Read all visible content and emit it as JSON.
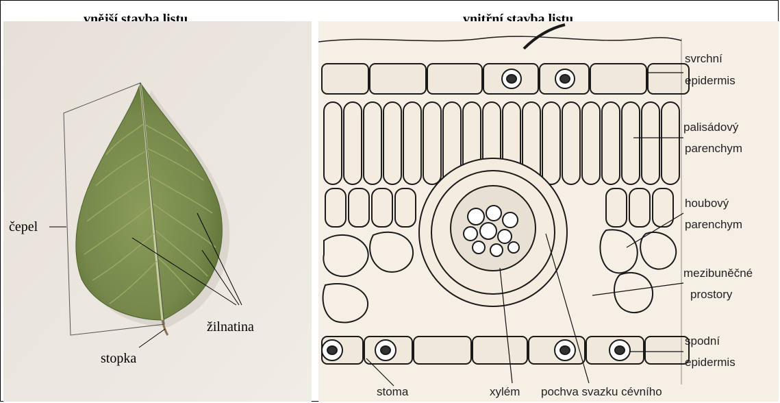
{
  "left_panel": {
    "title": "vnější stavba listu",
    "labels": {
      "blade": "čepel",
      "venation": "žilnatina",
      "petiole": "stopka"
    }
  },
  "right_panel": {
    "title": "vnitřní stavba listu",
    "labels": {
      "upper_epidermis_1": "svrchní",
      "upper_epidermis_2": "epidermis",
      "palisade_1": "palisádový",
      "palisade_2": "parenchym",
      "spongy_1": "houbový",
      "spongy_2": "parenchym",
      "intercellular_1": "mezibuněčné",
      "intercellular_2": "prostory",
      "lower_epidermis_1": "spodní",
      "lower_epidermis_2": "epidermis",
      "stoma": "stoma",
      "xylem": "xylém",
      "sheath": "pochva svazku cévního"
    }
  },
  "colors": {
    "leaf_fill": "#7f9151",
    "leaf_dark": "#5f7338",
    "background_paper": "#ece7e0",
    "diagram_paper": "#f5efe6",
    "ink": "#1a1a1a"
  }
}
